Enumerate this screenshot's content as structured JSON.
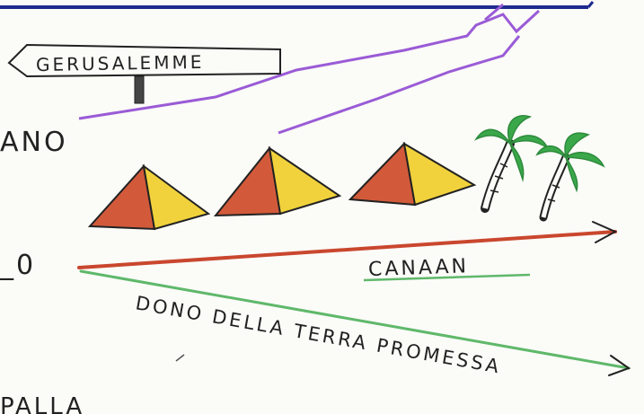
{
  "signpost": {
    "label": "GERUSALEMME"
  },
  "fragments": {
    "left_top": "ANO",
    "left_middle": "_0",
    "left_bottom": "PALLA"
  },
  "labels": {
    "canaan": "CANAAN",
    "promise": "DONO DELLA TERRA PROMESSA"
  },
  "colors": {
    "purple": "#9a5bd6",
    "navy": "#1d2b8f",
    "red": "#c9472e",
    "green": "#5fb86a",
    "pyramid_red": "#d25a3a",
    "pyramid_yellow": "#f1d23c",
    "palm_green": "#3aa84a",
    "ink": "#222222"
  },
  "icons": [
    "signpost-icon",
    "pyramid-icon",
    "palm-tree-icon",
    "arrow-icon"
  ]
}
